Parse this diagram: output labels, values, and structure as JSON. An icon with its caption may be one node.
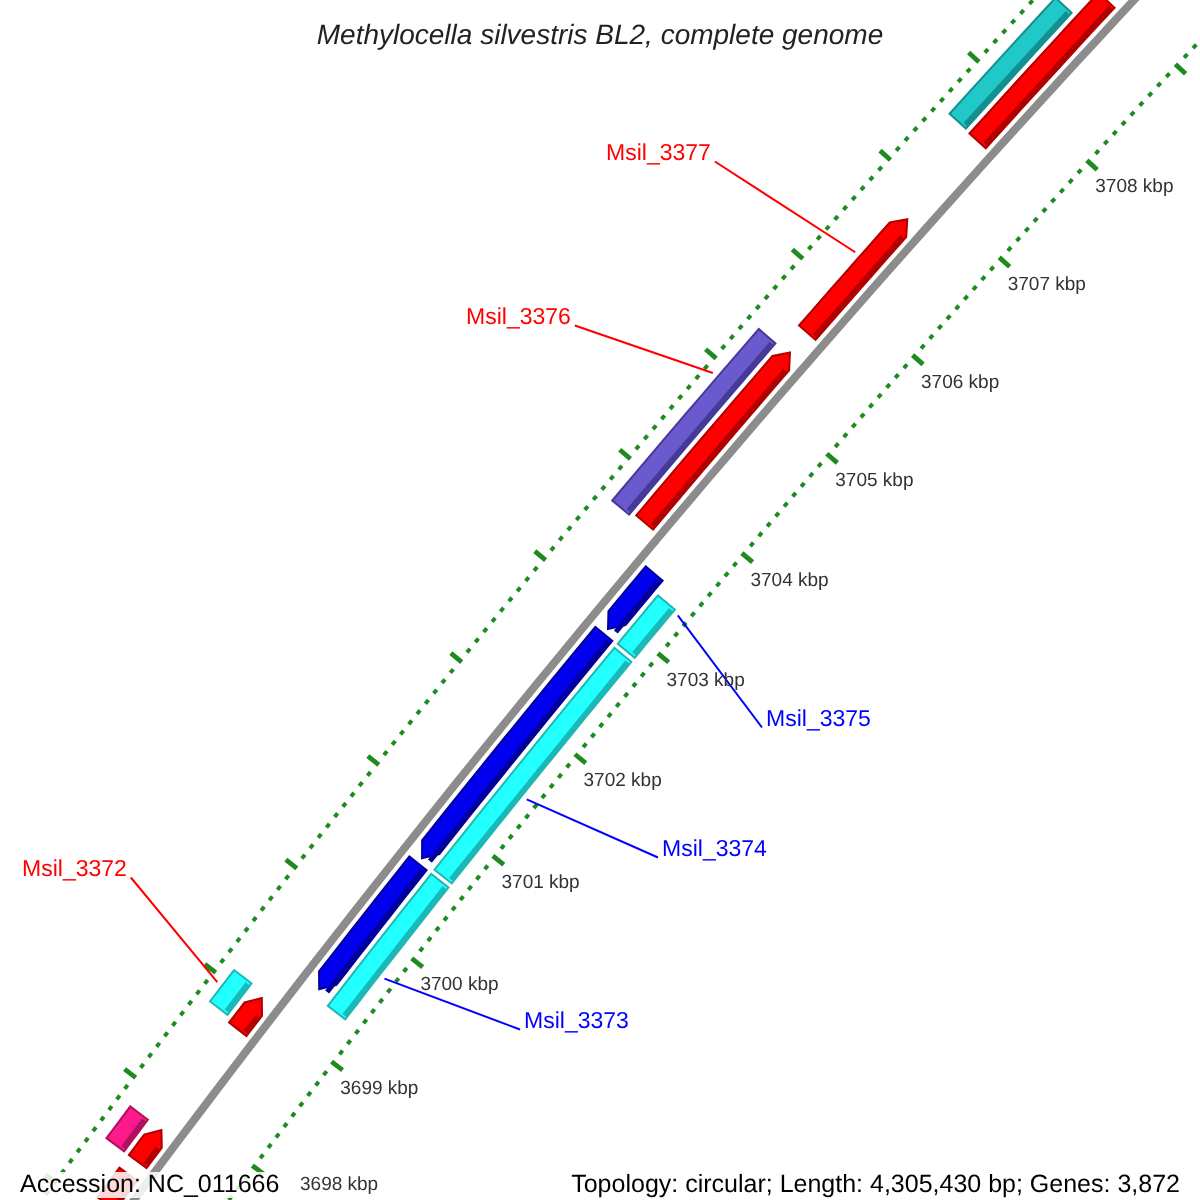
{
  "diagram": {
    "title": "Methylocella silvestris BL2, complete genome",
    "nodes": [
      {
        "text": [],
        "shape": "bar"
      },
      {
        "text": [],
        "shape": "bar"
      },
      {
        "text": [
          "Msil_3377"
        ]
      },
      {
        "text": [],
        "shape": "bar"
      },
      {
        "text": [
          "Msil_3376"
        ]
      },
      {
        "text": [],
        "shape": "bar"
      },
      {
        "text": [],
        "shape": "bar"
      },
      {
        "text": [],
        "shape": "bar"
      },
      {
        "text": [],
        "shape": "bar"
      },
      {
        "text": [
          "Msil_3375"
        ]
      },
      {
        "text": [],
        "shape": "bar"
      },
      {
        "text": [],
        "shape": "bar"
      },
      {
        "text": [
          "Msil_3374"
        ]
      },
      {
        "text": [
          "Msil_3372"
        ]
      },
      {
        "text": [],
        "shape": "bar"
      },
      {
        "text": [],
        "shape": "bar"
      },
      {
        "text": [],
        "shape": "bar"
      },
      {
        "text": [],
        "shape": "bar"
      },
      {
        "text": [
          "Msil_3373"
        ]
      },
      {
        "text": [],
        "shape": "bar"
      },
      {
        "text": [],
        "shape": "bar"
      },
      {
        "text": [],
        "shape": "bar"
      }
    ],
    "edges": [
      {
        "from": 2,
        "to": 3,
        "arrow": "none",
        "color": "#ff0000"
      },
      {
        "from": 4,
        "to": 5,
        "arrow": "none",
        "color": "#ff0000"
      },
      {
        "from": 9,
        "to": 8,
        "arrow": "none",
        "color": "#0000ff"
      },
      {
        "from": 12,
        "to": 11,
        "arrow": "none",
        "color": "#0000ff"
      },
      {
        "from": 18,
        "to": 17,
        "arrow": "none",
        "color": "#0000ff"
      },
      {
        "from": 13,
        "to": 14,
        "arrow": "none",
        "color": "#ff0000"
      }
    ],
    "labels": [
      "3708 kbp",
      "3707 kbp",
      "3706 kbp",
      "3705 kbp",
      "3704 kbp",
      "3703 kbp",
      "3702 kbp",
      "3701 kbp",
      "3700 kbp",
      "3699 kbp",
      "3698 kbp",
      "Accession: NC_011666",
      "Topology: circular; Length: 4,305,430 bp; Genes: 3,872"
    ]
  }
}
